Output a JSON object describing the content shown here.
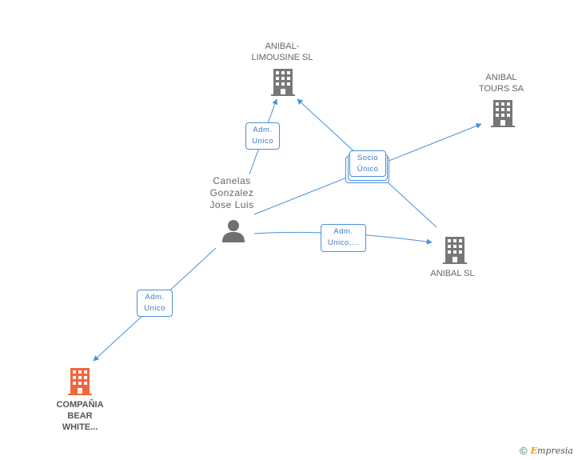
{
  "colors": {
    "edge": "#4a90d9",
    "company_icon": "#777777",
    "focus_company_icon": "#f2663d",
    "person_icon": "#6f6f6f"
  },
  "nodes": {
    "person": {
      "name": "Canelas\nGonzalez\nJose Luis",
      "icon": "person-icon"
    },
    "anibal_limousine": {
      "name": "ANIBAL-\nLIMOUSINE SL",
      "icon": "building-icon"
    },
    "anibal_tours": {
      "name": "ANIBAL\nTOURS SA",
      "icon": "building-icon"
    },
    "anibal_sl": {
      "name": "ANIBAL SL",
      "icon": "building-icon"
    },
    "bear_white": {
      "name": "COMPAÑIA\nBEAR\nWHITE...",
      "icon": "building-icon"
    }
  },
  "edges": {
    "to_limousine": "Adm.\nUnico",
    "to_tours": "Socio\nÚnico",
    "to_anibal_sl": "Adm.\nUnico,...",
    "to_bear_white": "Adm.\nUnico"
  },
  "footer": {
    "copyright": "©",
    "brand_initial": "E",
    "brand_rest": "mpresia"
  }
}
